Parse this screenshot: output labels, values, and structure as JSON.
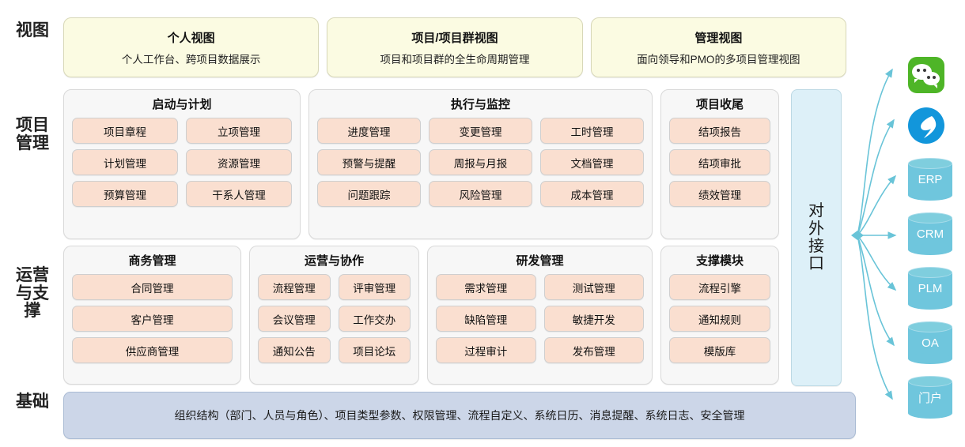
{
  "rows": {
    "view_label": "视图",
    "pm_label": "项目管理",
    "ops_label": "运营与支撑",
    "base_label": "基础"
  },
  "view_cards": [
    {
      "title": "个人视图",
      "subtitle": "个人工作台、跨项目数据展示"
    },
    {
      "title": "项目/项目群视图",
      "subtitle": "项目和项目群的全生命周期管理"
    },
    {
      "title": "管理视图",
      "subtitle": "面向领导和PMO的多项目管理视图"
    }
  ],
  "pm_groups": [
    {
      "title": "启动与计划",
      "columns": 2,
      "chips": [
        "项目章程",
        "立项管理",
        "计划管理",
        "资源管理",
        "预算管理",
        "干系人管理"
      ]
    },
    {
      "title": "执行与监控",
      "columns": 3,
      "chips": [
        "进度管理",
        "变更管理",
        "工时管理",
        "预警与提醒",
        "周报与月报",
        "文档管理",
        "问题跟踪",
        "风险管理",
        "成本管理"
      ]
    },
    {
      "title": "项目收尾",
      "columns": 1,
      "chips": [
        "结项报告",
        "结项审批",
        "绩效管理"
      ]
    }
  ],
  "ops_groups": [
    {
      "title": "商务管理",
      "columns": 1,
      "chips": [
        "合同管理",
        "客户管理",
        "供应商管理"
      ]
    },
    {
      "title": "运营与协作",
      "columns": 2,
      "chips": [
        "流程管理",
        "评审管理",
        "会议管理",
        "工作交办",
        "通知公告",
        "项目论坛"
      ]
    },
    {
      "title": "研发管理",
      "columns": 2,
      "chips": [
        "需求管理",
        "测试管理",
        "缺陷管理",
        "敏捷开发",
        "过程审计",
        "发布管理"
      ]
    },
    {
      "title": "支撑模块",
      "columns": 1,
      "chips": [
        "流程引擎",
        "通知规则",
        "模版库"
      ]
    }
  ],
  "external_interface": {
    "label": "对外接口"
  },
  "external_systems": [
    {
      "name": "微信",
      "type": "wechat-icon",
      "label": ""
    },
    {
      "name": "钉钉",
      "type": "dingtalk-icon",
      "label": ""
    },
    {
      "name": "ERP",
      "type": "cylinder",
      "label": "ERP"
    },
    {
      "name": "CRM",
      "type": "cylinder",
      "label": "CRM"
    },
    {
      "name": "PLM",
      "type": "cylinder",
      "label": "PLM"
    },
    {
      "name": "OA",
      "type": "cylinder",
      "label": "OA"
    },
    {
      "name": "门户",
      "type": "cylinder",
      "label": "门户"
    }
  ],
  "foundation": {
    "text": "组织结构（部门、人员与角色）、项目类型参数、权限管理、流程自定义、系统日历、消息提醒、系统日志、安全管理"
  },
  "colors": {
    "view_card": "#fbfbe2",
    "group_card": "#f7f7f7",
    "chip": "#fadfd0",
    "ext_bar": "#ddf0f8",
    "foundation": "#ccd6e8",
    "cylinder": "#6fc6dd",
    "connector": "#69c4d8",
    "wechat": "#4eb527",
    "dingtalk": "#1296db"
  }
}
